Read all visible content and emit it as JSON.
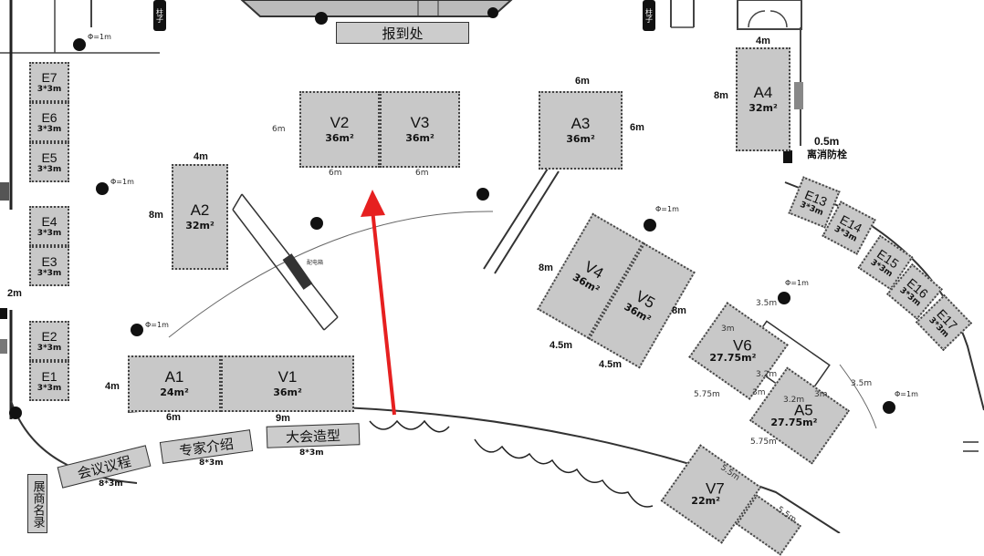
{
  "top": {
    "registration_desk": "报到处",
    "pillar_tag": "柱子"
  },
  "pillar_diameter": "Φ=1m",
  "booths": {
    "e7": {
      "name": "E7",
      "size": "3*3m"
    },
    "e6": {
      "name": "E6",
      "size": "3*3m"
    },
    "e5": {
      "name": "E5",
      "size": "3*3m"
    },
    "e4": {
      "name": "E4",
      "size": "3*3m"
    },
    "e3": {
      "name": "E3",
      "size": "3*3m"
    },
    "e2": {
      "name": "E2",
      "size": "3*3m"
    },
    "e1": {
      "name": "E1",
      "size": "3*3m"
    },
    "v2": {
      "name": "V2",
      "area": "36m²"
    },
    "v3": {
      "name": "V3",
      "area": "36m²"
    },
    "a2": {
      "name": "A2",
      "area": "32m²"
    },
    "a3": {
      "name": "A3",
      "area": "36m²"
    },
    "a4": {
      "name": "A4",
      "area": "32m²"
    },
    "a1": {
      "name": "A1",
      "area": "24m²"
    },
    "v1": {
      "name": "V1",
      "area": "36m²"
    },
    "v4": {
      "name": "V4",
      "area": "36m²"
    },
    "v5": {
      "name": "V5",
      "area": "36m²"
    },
    "v6": {
      "name": "V6",
      "area": "27.75m²"
    },
    "a5": {
      "name": "A5",
      "area": "27.75m²"
    },
    "v7": {
      "name": "V7",
      "area": "22m²"
    },
    "e13": {
      "name": "E13",
      "size": "3*3m"
    },
    "e14": {
      "name": "E14",
      "size": "3*3m"
    },
    "e15": {
      "name": "E15",
      "size": "3*3m"
    },
    "e16": {
      "name": "E16",
      "size": "3*3m"
    },
    "e17": {
      "name": "E17",
      "size": "3*3m"
    }
  },
  "dimensions": {
    "six_m": "6m",
    "four_m": "4m",
    "eight_m": "8m",
    "two_m": "2m",
    "nine_m": "9m",
    "four_five_m": "4.5m",
    "three_five_m": "3.5m",
    "three_m": "3m",
    "three_two_m": "3.2m",
    "five_seven_five_m": "5.75m",
    "five_five_m": "5.5m",
    "zero_five_m": "0.5m"
  },
  "fire_hydrant": "离消防栓",
  "power_box": "配电箱",
  "signs": {
    "agenda": {
      "label": "会议议程",
      "size": "8*3m"
    },
    "experts": {
      "label": "专家介绍",
      "size": "8*3m"
    },
    "modeling": {
      "label": "大会造型",
      "size": "8*3m"
    },
    "exhibitors": {
      "label": "展商名录"
    }
  },
  "colors": {
    "booth_fill": "#c8c8c8",
    "arrow": "#e62020",
    "pillar": "#111111"
  }
}
